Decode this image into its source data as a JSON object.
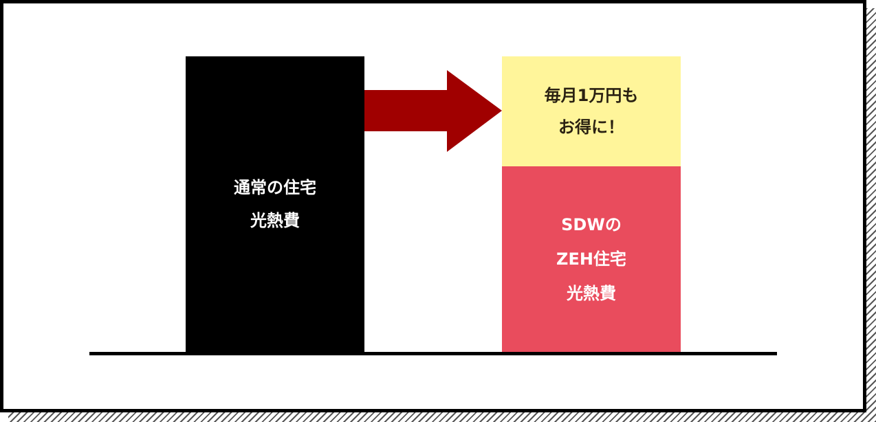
{
  "colors": {
    "normal_bar": "#000000",
    "saving_box": "#fff59a",
    "zeh_bar": "#e94c5d",
    "arrow": "#a00000"
  },
  "normal_bar": {
    "label": "通常の住宅\n光熱費"
  },
  "saving_box": {
    "label": "毎月1万円も\nお得に！"
  },
  "zeh_bar": {
    "label": "SDWの\nZEH住宅\n光熱費"
  },
  "arrow": {
    "icon": "right-arrow-icon"
  }
}
